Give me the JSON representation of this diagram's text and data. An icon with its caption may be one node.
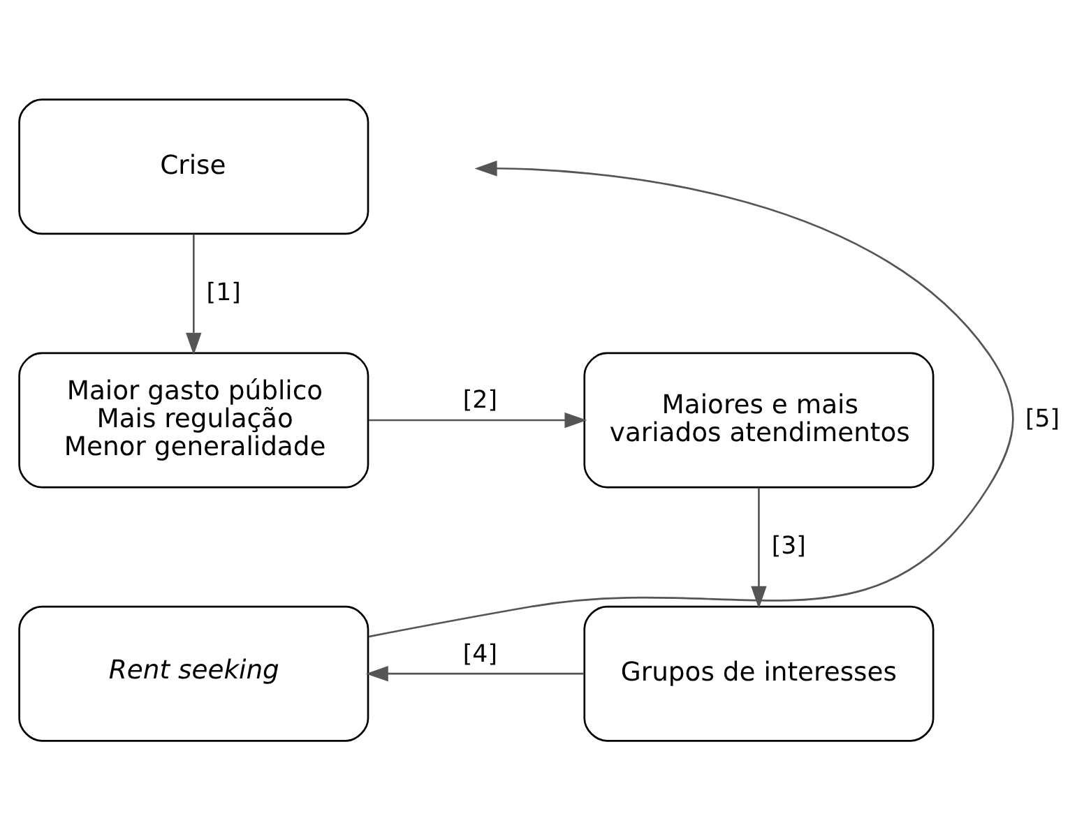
{
  "diagram": {
    "nodes": [
      {
        "text": [
          "Crise"
        ]
      },
      {
        "text": [
          "Maior gasto público Mais regulação Menor generalidade"
        ]
      },
      {
        "text": [
          "Maiores e mais variados atendimentos"
        ]
      },
      {
        "text": [
          "Rent seeking"
        ]
      },
      {
        "text": [
          "Grupos de interesses"
        ]
      }
    ],
    "edges": [
      {
        "from": 0,
        "to": 1,
        "arrow": "to",
        "label": "[1]"
      },
      {
        "from": 1,
        "to": 2,
        "arrow": "to",
        "label": "[2]"
      },
      {
        "from": 2,
        "to": 4,
        "arrow": "to",
        "label": "[3]"
      },
      {
        "from": 4,
        "to": 3,
        "arrow": "to",
        "label": "[4]"
      },
      {
        "from": 3,
        "to": null,
        "arrow": "to",
        "label": "[5]"
      }
    ]
  }
}
